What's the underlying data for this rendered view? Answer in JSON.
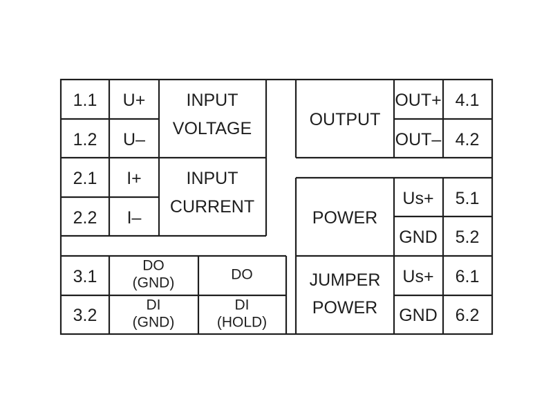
{
  "terminals": {
    "t1_1": "1.1",
    "t1_2": "1.2",
    "t2_1": "2.1",
    "t2_2": "2.2",
    "t3_1": "3.1",
    "t3_2": "3.2",
    "t4_1": "4.1",
    "t4_2": "4.2",
    "t5_1": "5.1",
    "t5_2": "5.2",
    "t6_1": "6.1",
    "t6_2": "6.2"
  },
  "signals": {
    "u_plus": "U+",
    "u_minus": "U–",
    "i_plus": "I+",
    "i_minus": "I–",
    "out_plus": "OUT+",
    "out_minus": "OUT–",
    "us_plus_power": "Us+",
    "gnd_power": "GND",
    "us_plus_jumper": "Us+",
    "gnd_jumper": "GND"
  },
  "groups": {
    "input_voltage": [
      "INPUT",
      "VOLTAGE"
    ],
    "input_current": [
      "INPUT",
      "CURRENT"
    ],
    "output": "OUTPUT",
    "power": "POWER",
    "jumper_power": [
      "JUMPER",
      "POWER"
    ]
  },
  "digital": {
    "do_gnd": [
      "DO",
      "(GND)"
    ],
    "di_gnd": [
      "DI",
      "(GND)"
    ],
    "do": "DO",
    "di_hold": [
      "DI",
      "(HOLD)"
    ]
  }
}
